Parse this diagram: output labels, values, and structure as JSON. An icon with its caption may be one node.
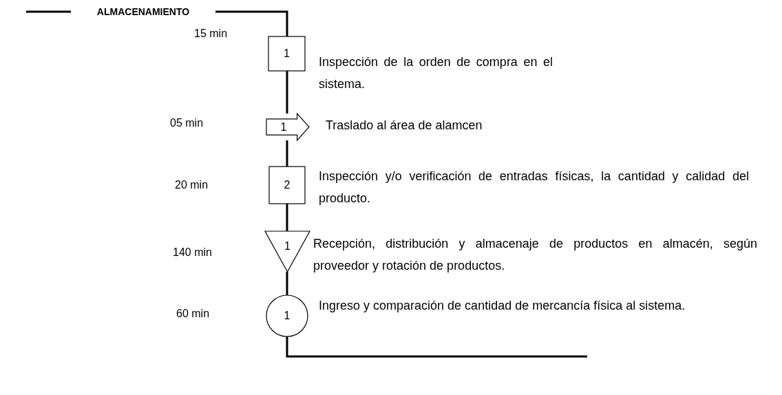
{
  "diagram": {
    "nodes": [
      {
        "text": [
          "ALMACENAMIENTO"
        ]
      },
      {
        "text": [
          "1"
        ],
        "beside": [
          "Inspección de la orden de compra en el sistema."
        ]
      },
      {
        "text": [
          "1"
        ],
        "beside": [
          "Traslado al área de alamcen"
        ]
      },
      {
        "text": [
          "2"
        ],
        "beside": [
          "Inspección y/o verificación de entradas físicas, la cantidad y calidad del producto."
        ]
      },
      {
        "text": [
          "1"
        ],
        "beside": [
          "Recepción, distribución y almacenaje de productos en almacén, según proveedor y rotación de productos."
        ]
      },
      {
        "text": [
          "1"
        ],
        "beside": [
          "Ingreso y comparación de cantidad de mercancía física al sistema."
        ]
      }
    ],
    "edges": [
      {
        "from": 0,
        "to": 1,
        "arrow": "none"
      },
      {
        "from": 1,
        "to": 2,
        "arrow": "none"
      },
      {
        "from": 2,
        "to": 3,
        "arrow": "none"
      },
      {
        "from": 3,
        "to": 4,
        "arrow": "none"
      },
      {
        "from": 4,
        "to": 5,
        "arrow": "none"
      },
      {
        "from": 5,
        "to": null,
        "arrow": "none"
      }
    ],
    "labels": [
      "15 min",
      "05 min",
      "20 min",
      "140 min",
      "60 min"
    ]
  }
}
